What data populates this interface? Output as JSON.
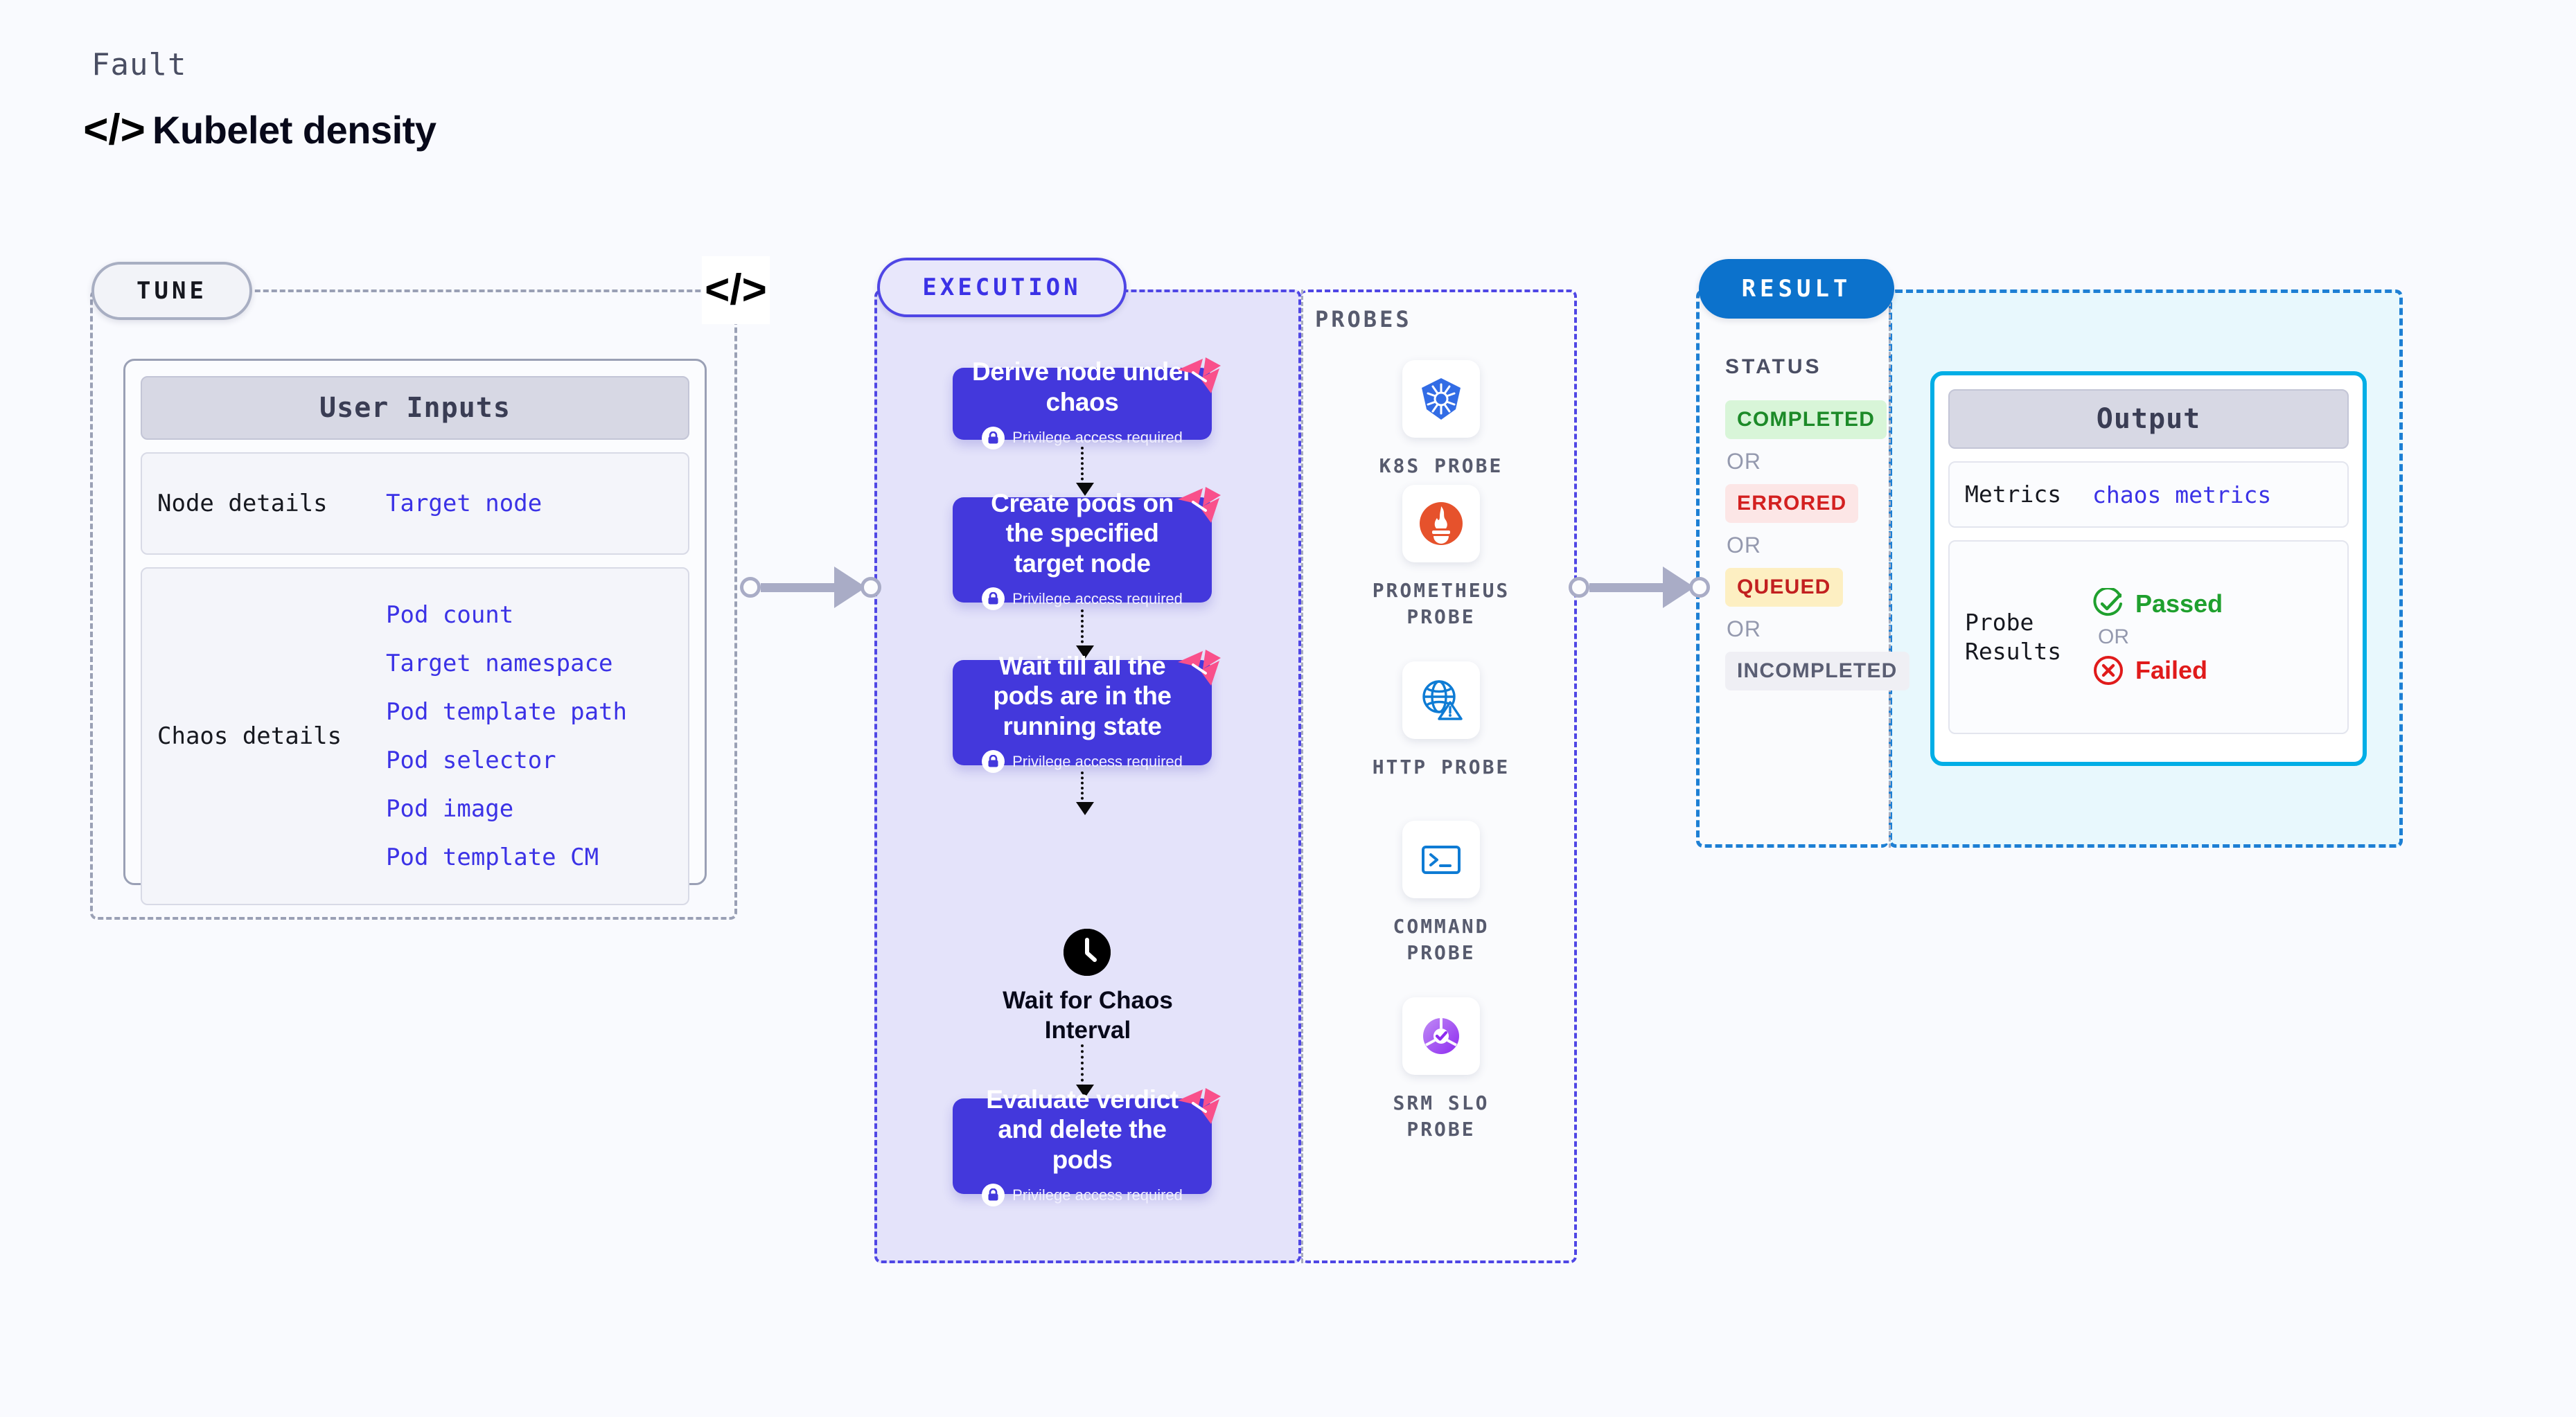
{
  "header": {
    "eyebrow": "Fault",
    "title": "Kubelet density",
    "code_icon": "</>"
  },
  "tune": {
    "badge": "TUNE",
    "connector_icon": "</>",
    "card_title": "User Inputs",
    "groups": [
      {
        "key": "Node details",
        "values": [
          "Target node"
        ]
      },
      {
        "key": "Chaos details",
        "values": [
          "Pod count",
          "Target namespace",
          "Pod template path",
          "Pod selector",
          "Pod image",
          "Pod template CM"
        ]
      }
    ]
  },
  "execution": {
    "badge": "EXECUTION",
    "privilege_text": "Privilege access required",
    "steps": [
      {
        "title": "Derive node under chaos",
        "privileged": true
      },
      {
        "title": "Create pods on the specified target node",
        "privileged": true
      },
      {
        "title": "Wait till all the pods are in the running state",
        "privileged": true
      },
      {
        "title": "Evaluate verdict and delete the pods",
        "privileged": true
      }
    ],
    "wait_node": {
      "label": "Wait for Chaos Interval",
      "icon": "clock-icon"
    }
  },
  "probes": {
    "label": "PROBES",
    "items": [
      {
        "name": "K8S PROBE",
        "icon": "kubernetes-icon"
      },
      {
        "name": "PROMETHEUS PROBE",
        "icon": "prometheus-icon"
      },
      {
        "name": "HTTP PROBE",
        "icon": "http-globe-icon"
      },
      {
        "name": "COMMAND PROBE",
        "icon": "terminal-icon"
      },
      {
        "name": "SRM SLO PROBE",
        "icon": "srm-slo-icon"
      }
    ]
  },
  "result": {
    "badge": "RESULT",
    "status_label": "STATUS",
    "or_label": "OR",
    "statuses": [
      {
        "label": "COMPLETED",
        "bg": "#D8F5D8",
        "fg": "#1C8A28"
      },
      {
        "label": "ERRORED",
        "bg": "#FCE6E6",
        "fg": "#D32020"
      },
      {
        "label": "QUEUED",
        "bg": "#FDEFC2",
        "fg": "#C22020"
      },
      {
        "label": "INCOMPLETED",
        "bg": "#EFEFF4",
        "fg": "#5A5E73"
      }
    ],
    "output": {
      "title": "Output",
      "metrics_key": "Metrics",
      "metrics_value": "chaos metrics",
      "probe_results_key": "Probe Results",
      "passed": "Passed",
      "failed": "Failed",
      "or_label": "OR"
    }
  },
  "colors": {
    "indigo": "#4338DC",
    "indigo_border": "#4F46E5",
    "pink_ribbon": "#F9508B",
    "result_blue": "#0C72CC",
    "cyan": "#00AEE6",
    "green": "#1C8A28",
    "red": "#D32020"
  }
}
